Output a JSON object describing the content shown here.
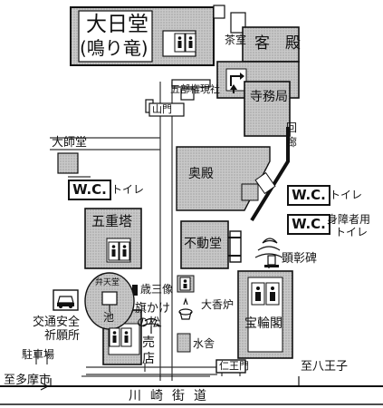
{
  "map": {
    "buildings": {
      "dainichido": "大日堂",
      "dainichido_sub": "(鳴り竜)",
      "chashitsu": "茶室",
      "kyakuden": "客　殿",
      "gobugongen": "五部権現社",
      "sanmon": "山門",
      "jimukyoku": "寺務局",
      "kairo": "回\n廊",
      "daishido": "大師堂",
      "okuden": "奥殿",
      "gojunoto": "五重塔",
      "fudodo": "不動堂",
      "kenshohi": "顕彰碑",
      "bentendo": "弁天堂",
      "ike": "池",
      "saizo": "歳三像",
      "hatakake": "旗かけ",
      "hatakake2": "の松",
      "daikoro": "大香炉",
      "mizuya": "水舎",
      "baiten": "売\n店",
      "hourinkaku": "宝輪閣",
      "niomon": "仁王門",
      "kotsu": "交通安全",
      "kigansho": "祈願所",
      "parking": "駐車場"
    },
    "toilets": {
      "wc1": "W.C.",
      "wc1_label": "トイレ",
      "wc2": "W.C.",
      "wc2_label": "トイレ",
      "wc3": "W.C.",
      "wc3_label1": "身障者用",
      "wc3_label2": "トイレ"
    },
    "roads": {
      "tama": "至多摩市",
      "hachioji": "至八王子",
      "kaido": "川崎街道"
    }
  }
}
